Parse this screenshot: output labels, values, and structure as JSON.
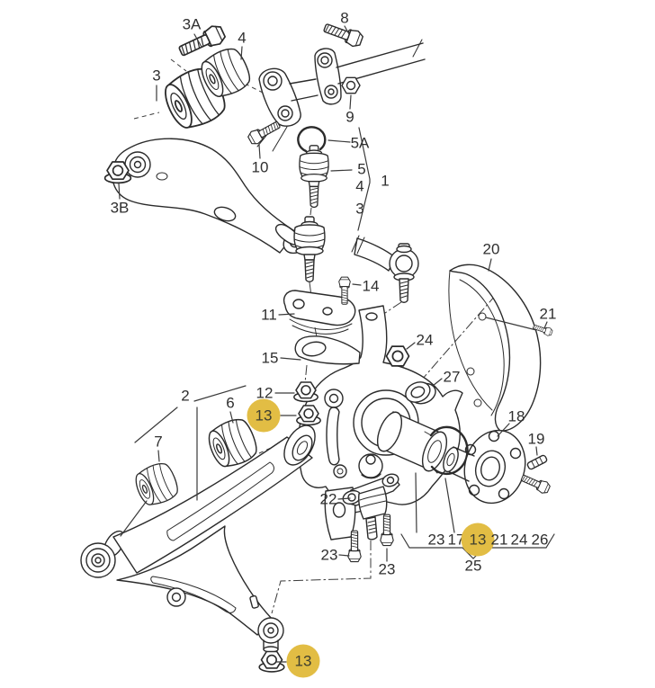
{
  "colors": {
    "background": "#ffffff",
    "line": "#2b2b2b",
    "highlight": "#e2bd44",
    "label_text": "#2f2f2f"
  },
  "selected_callout": "13",
  "diagram": {
    "labels": [
      {
        "text": "3A",
        "highlighted": false
      },
      {
        "text": "4",
        "highlighted": false
      },
      {
        "text": "8",
        "highlighted": false
      },
      {
        "text": "3",
        "highlighted": false
      },
      {
        "text": "9",
        "highlighted": false
      },
      {
        "text": "5A",
        "highlighted": false
      },
      {
        "text": "10",
        "highlighted": false
      },
      {
        "text": "5",
        "highlighted": false
      },
      {
        "text": "4",
        "highlighted": false
      },
      {
        "text": "1",
        "highlighted": false
      },
      {
        "text": "3",
        "highlighted": false
      },
      {
        "text": "3B",
        "highlighted": false
      },
      {
        "text": "14",
        "highlighted": false
      },
      {
        "text": "11",
        "highlighted": false
      },
      {
        "text": "24",
        "highlighted": false
      },
      {
        "text": "15",
        "highlighted": false
      },
      {
        "text": "27",
        "highlighted": false
      },
      {
        "text": "12",
        "highlighted": false
      },
      {
        "text": "13",
        "highlighted": true
      },
      {
        "text": "20",
        "highlighted": false
      },
      {
        "text": "21",
        "highlighted": false
      },
      {
        "text": "2",
        "highlighted": false
      },
      {
        "text": "6",
        "highlighted": false
      },
      {
        "text": "7",
        "highlighted": false
      },
      {
        "text": "18",
        "highlighted": false
      },
      {
        "text": "19",
        "highlighted": false
      },
      {
        "text": "22",
        "highlighted": false
      },
      {
        "text": "23",
        "highlighted": false
      },
      {
        "text": "23",
        "highlighted": false
      },
      {
        "text": "23",
        "highlighted": false
      },
      {
        "text": "17",
        "highlighted": false
      },
      {
        "text": "13",
        "highlighted": true
      },
      {
        "text": "21",
        "highlighted": false
      },
      {
        "text": "24",
        "highlighted": false
      },
      {
        "text": "26",
        "highlighted": false
      },
      {
        "text": "25",
        "highlighted": false
      },
      {
        "text": "13",
        "highlighted": true
      }
    ]
  }
}
